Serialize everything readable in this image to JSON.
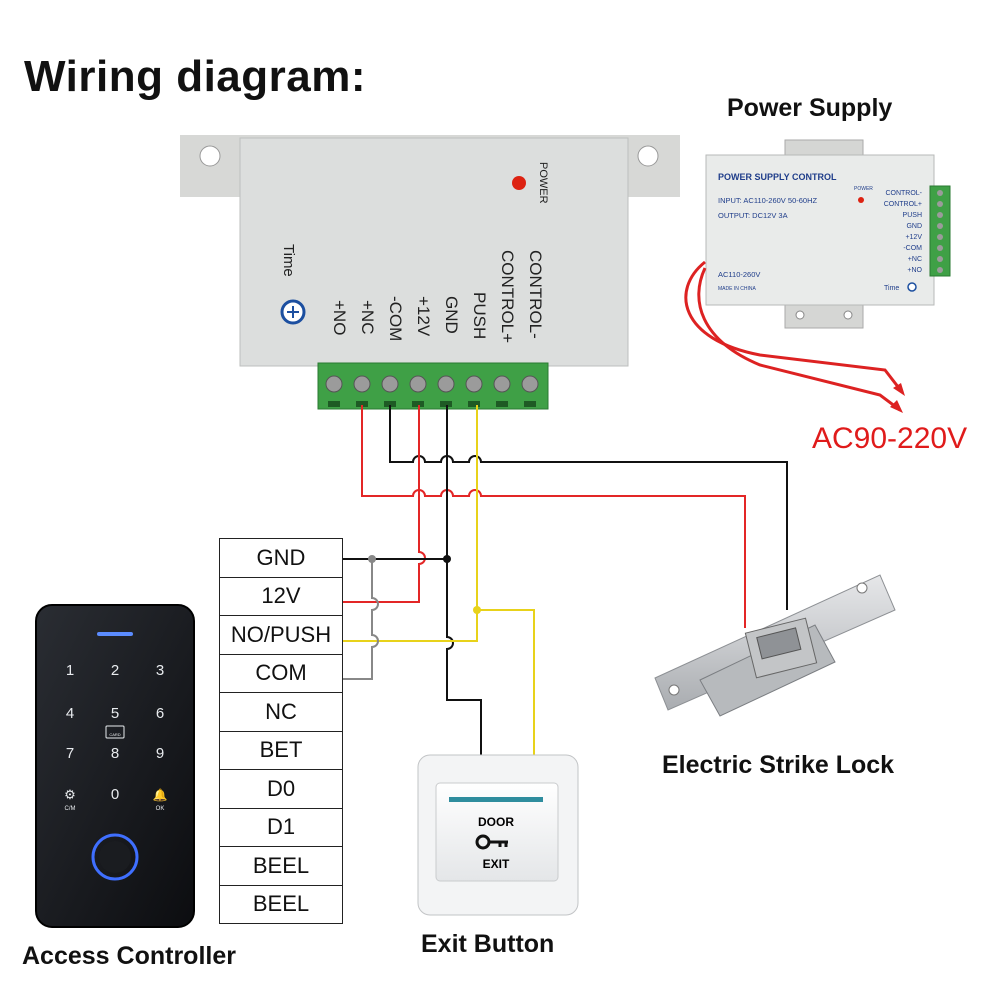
{
  "title": "Wiring diagram:",
  "power_supply_label": "Power Supply",
  "ac_label": "AC90-220V",
  "strike_lock_label": "Electric Strike Lock",
  "exit_button_label": "Exit Button",
  "access_controller_label": "Access Controller",
  "big_unit": {
    "power_led_label": "POWER",
    "time_label": "Time",
    "terminals": [
      "CONTROL-",
      "CONTROL+",
      "PUSH",
      "GND",
      "+12V",
      "-COM",
      "+NC",
      "+NO"
    ]
  },
  "small_unit": {
    "header": "POWER SUPPLY CONTROL",
    "input": "INPUT: AC110-260V 50-60HZ",
    "output": "OUTPUT: DC12V  3A",
    "ac_range": "AC110-260V",
    "made_in": "MADE IN CHINA",
    "power_label": "POWER",
    "time_label": "Time",
    "terminals": [
      "CONTROL-",
      "CONTROL+",
      "PUSH",
      "GND",
      "+12V",
      "-COM",
      "+NC",
      "+NO"
    ]
  },
  "controller_terminals": [
    "GND",
    "12V",
    "NO/PUSH",
    "COM",
    "NC",
    "BET",
    "D0",
    "D1",
    "BEEL",
    "BEEL"
  ],
  "keypad": {
    "keys": [
      "1",
      "2",
      "3",
      "4",
      "5",
      "6",
      "7",
      "8",
      "9",
      "⚙",
      "0",
      "🔔"
    ],
    "sublabels": [
      "C/M",
      "OK"
    ],
    "card_label": "CARD"
  },
  "exit_button": {
    "top": "DOOR",
    "bottom": "EXIT"
  },
  "colors": {
    "red_wire": "#e32626",
    "yellow_wire": "#e8d21a",
    "black_wire": "#111111",
    "gray_wire": "#888888",
    "label_red": "#e01b1b"
  },
  "icons": [
    "power-led-icon",
    "time-knob-icon",
    "key-icon",
    "gear-icon",
    "bell-icon",
    "fingerprint-sensor-icon",
    "card-icon"
  ]
}
